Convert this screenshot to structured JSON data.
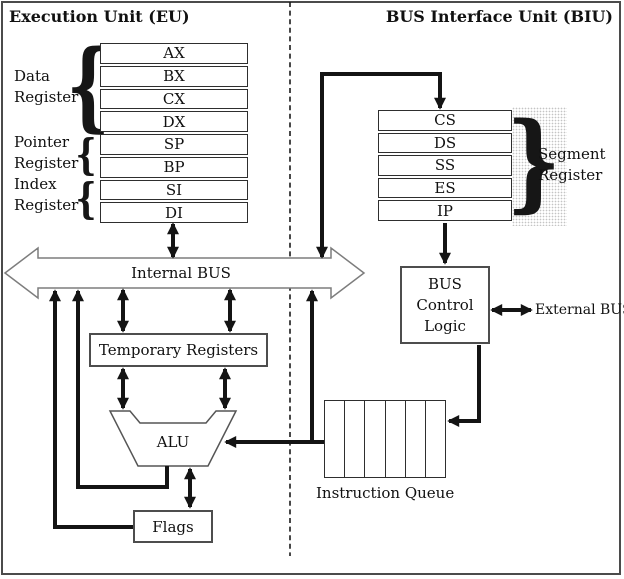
{
  "titles": {
    "eu": "Execution Unit (EU)",
    "biu": "BUS Interface Unit (BIU)"
  },
  "glyphs": {
    "brace_open": "{",
    "brace_close": "}"
  },
  "internal_bus": {
    "label": "Internal BUS"
  },
  "eu": {
    "register_groups": [
      {
        "line1": "Data",
        "line2": "Register"
      },
      {
        "line1": "Pointer",
        "line2": "Register"
      },
      {
        "line1": "Index",
        "line2": "Register"
      }
    ],
    "registers": [
      "AX",
      "BX",
      "CX",
      "DX",
      "SP",
      "BP",
      "SI",
      "DI"
    ],
    "temporary_registers": {
      "label": "Temporary Registers"
    },
    "alu": {
      "label": "ALU"
    },
    "flags": {
      "label": "Flags"
    }
  },
  "biu": {
    "segment_registers": [
      "CS",
      "DS",
      "SS",
      "ES",
      "IP"
    ],
    "segment_group": {
      "line1": "Segment",
      "line2": "Register"
    },
    "bus_control": {
      "line1": "BUS",
      "line2": "Control",
      "line3": "Logic"
    },
    "external_bus": {
      "label": "External BUS"
    },
    "instruction_queue": {
      "label": "Instruction Queue",
      "cell_count": 6
    }
  },
  "colors": {
    "line": "#141414",
    "box_border": "#4d4d4d",
    "bus_outline": "#7d7d7d",
    "text": "#111111",
    "background": "#ffffff"
  }
}
